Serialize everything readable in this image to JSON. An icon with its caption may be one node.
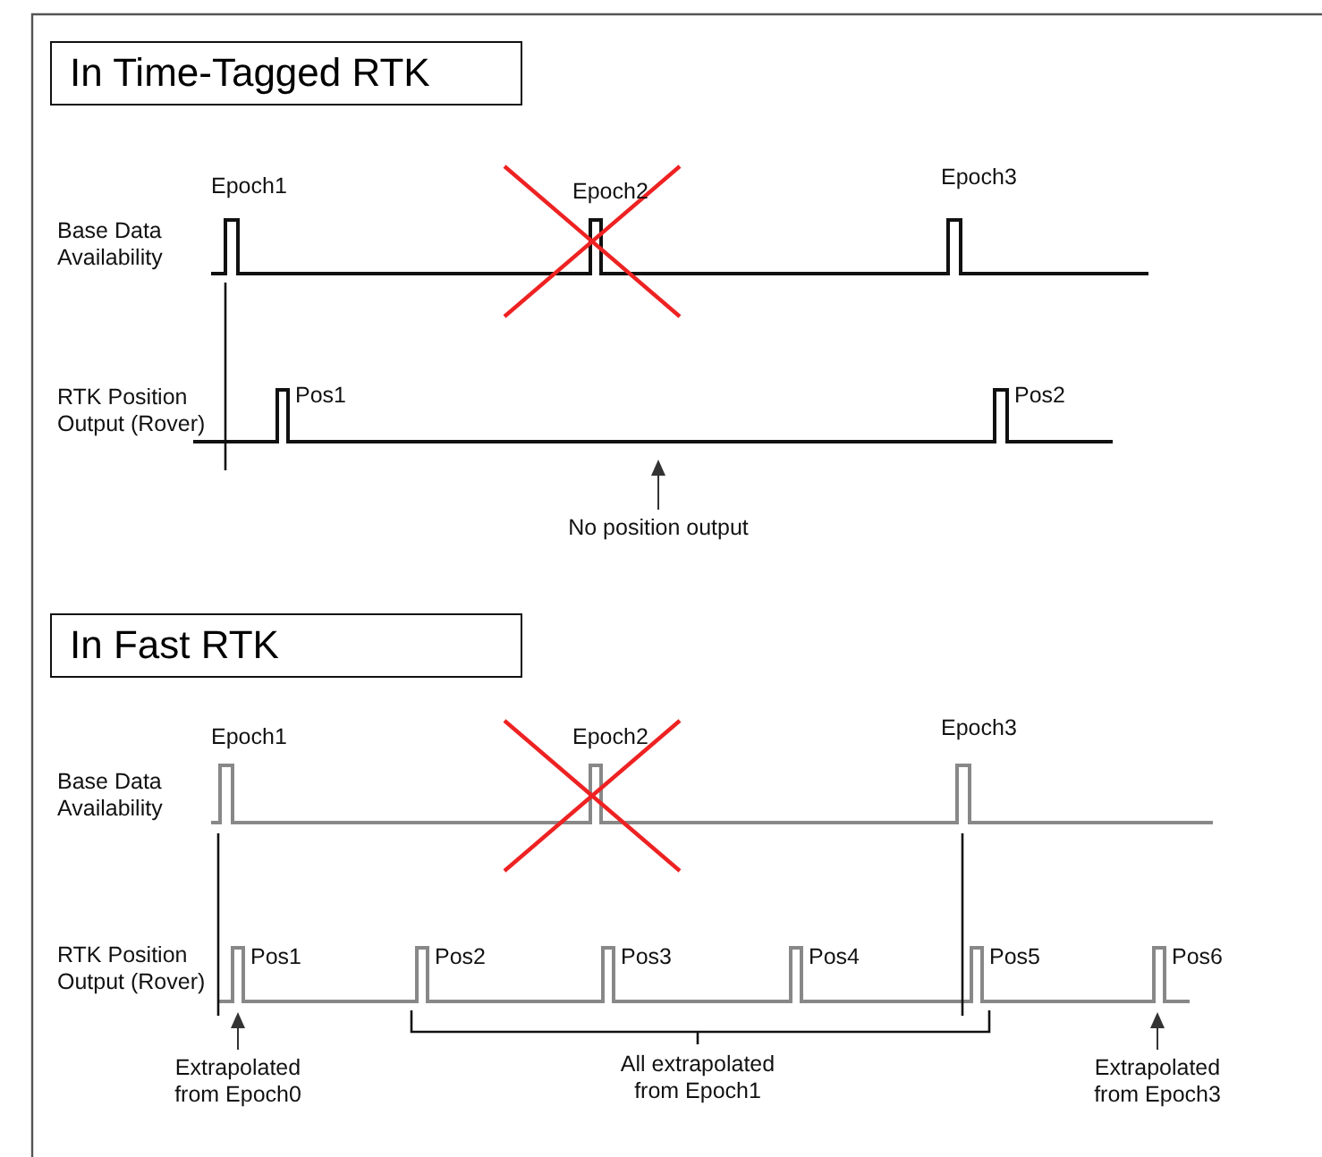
{
  "diagram": {
    "nodes": [
      {
        "text": [
          "In Time-Tagged RTK"
        ]
      },
      {
        "text": [
          "No position output"
        ]
      },
      {
        "text": [
          "In Fast RTK"
        ]
      },
      {
        "text": [
          "Extrapolated from Epoch0"
        ]
      },
      {
        "text": [
          "Extrapolated from Epoch3"
        ]
      }
    ],
    "edges": [
      {
        "from": 1,
        "to": null,
        "arrow": "to"
      },
      {
        "from": 3,
        "to": null,
        "arrow": "to"
      },
      {
        "from": 4,
        "to": null,
        "arrow": "to"
      }
    ],
    "labels": [
      "Epoch1",
      "Epoch2",
      "Epoch3",
      "Base Data Availability",
      "RTK Position Output (Rover)",
      "Pos1",
      "Pos2",
      "Epoch1",
      "Epoch2",
      "Epoch3",
      "Base Data Availability",
      "RTK Position Output (Rover)",
      "Pos1",
      "Pos2",
      "Pos3",
      "Pos4",
      "Pos5",
      "Pos6",
      "All extrapolated from Epoch1"
    ]
  }
}
